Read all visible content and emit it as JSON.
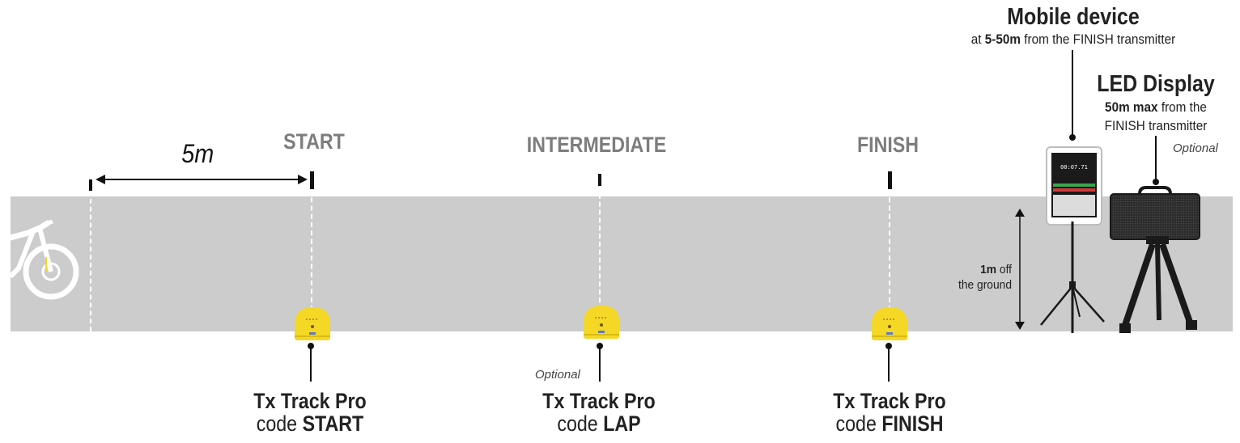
{
  "distance": {
    "label": "5m"
  },
  "gates": {
    "start": "START",
    "intermediate": "INTERMEDIATE",
    "finish": "FINISH"
  },
  "transmitters": [
    {
      "title": "Tx Track Pro",
      "code_prefix": "code",
      "code": "START"
    },
    {
      "title": "Tx Track Pro",
      "code_prefix": "code",
      "code": "LAP",
      "note": "Optional"
    },
    {
      "title": "Tx Track Pro",
      "code_prefix": "code",
      "code": "FINISH"
    }
  ],
  "mobile_device": {
    "title": "Mobile device",
    "sub_prefix": "at",
    "sub_bold": "5-50m",
    "sub_rest": "from the FINISH transmitter",
    "screen_time": "00:07.71"
  },
  "led_display": {
    "title": "LED Display",
    "line1_bold": "50m max",
    "line1_rest": "from the",
    "line2": "FINISH transmitter",
    "note": "Optional"
  },
  "height": {
    "bold": "1m",
    "rest": "off",
    "line2": "the ground"
  },
  "colors": {
    "track": "#cccccc",
    "transmitter": "#f5d726",
    "label_gray": "#7d7d7d"
  }
}
